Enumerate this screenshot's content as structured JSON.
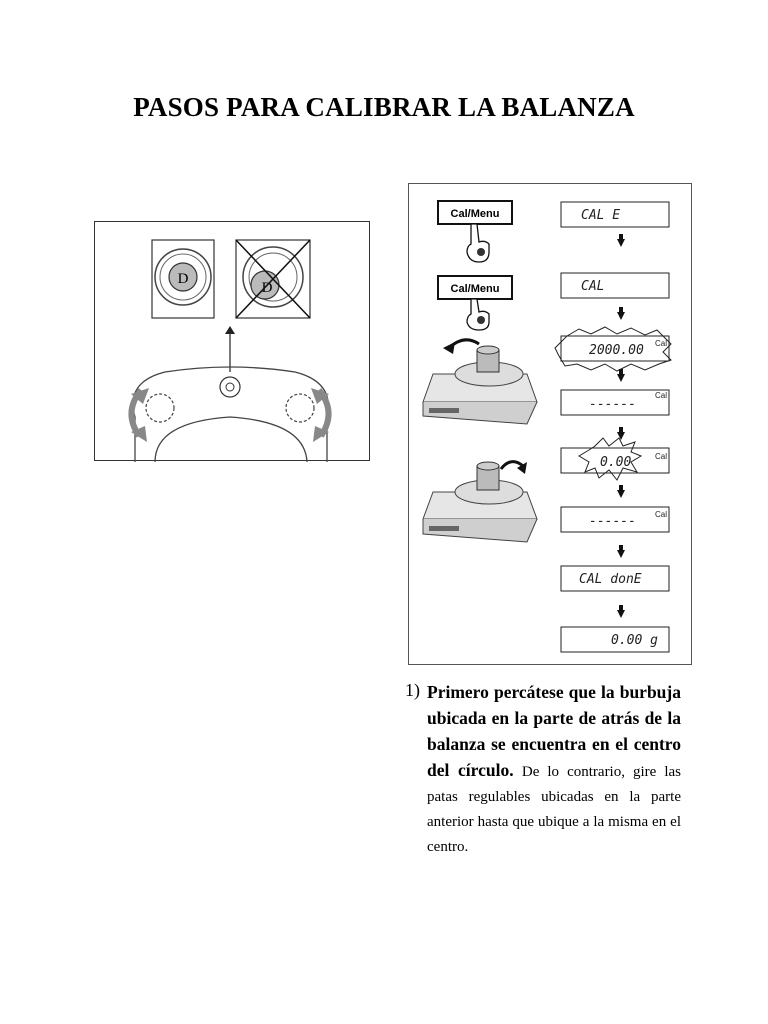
{
  "title": "PASOS PARA CALIBRAR LA BALANZA",
  "level_figure": {
    "marker_letter": "D"
  },
  "calibration_figure": {
    "button_label": "Cal/Menu",
    "cal_tag": "Cal",
    "displays": [
      "CAL E",
      "CAL",
      "2000.00",
      "------",
      "0.00",
      "------",
      "CAL donE",
      "0.00 g"
    ]
  },
  "step1": {
    "number": "1)",
    "bold_text": "Primero percátese que la burbuja ubicada en la parte de atrás de la balanza se encuentra en el centro del círculo.",
    "normal_text": "De lo contrario, gire las patas regulables ubicadas en la parte anterior hasta que ubique a la misma en el centro."
  }
}
